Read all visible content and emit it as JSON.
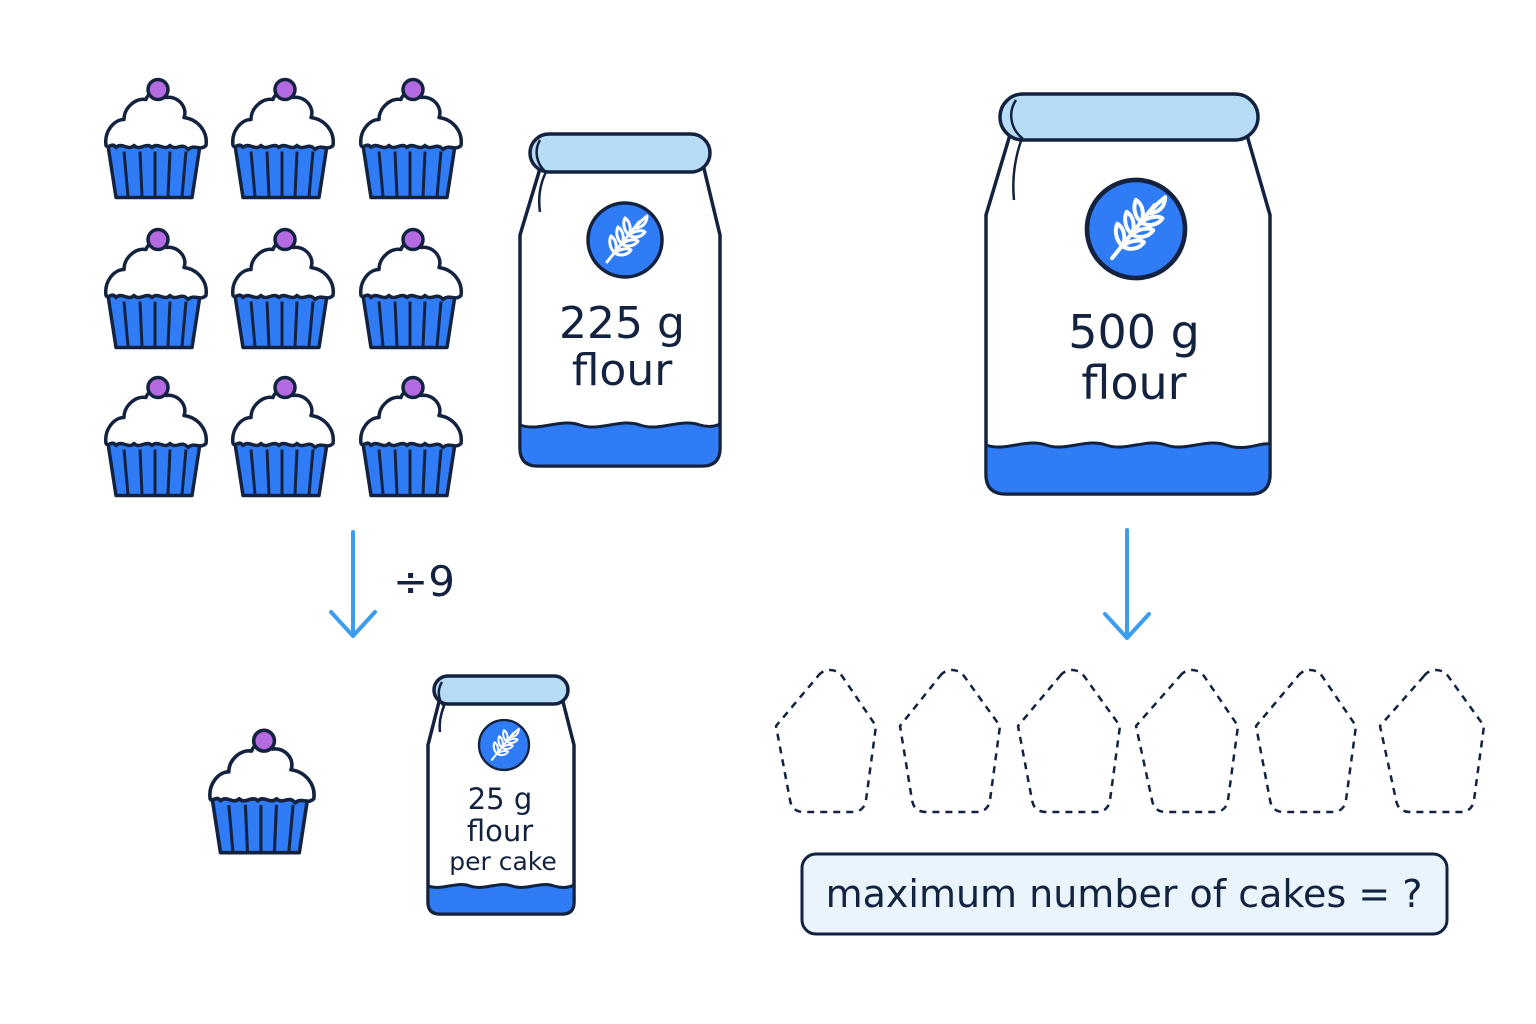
{
  "diagram": {
    "operation_label": "÷9",
    "sample": {
      "cake_count": 9,
      "bag": {
        "amount": "225 g",
        "unit": "flour"
      }
    },
    "per_cake": {
      "cake_count": 1,
      "bag": {
        "amount": "25 g",
        "unit": "flour",
        "suffix": "per cake"
      }
    },
    "big_bag": {
      "amount": "500 g",
      "unit": "flour"
    },
    "unknown_cakes_shown": 6,
    "question": "maximum number of cakes = ?"
  },
  "colors": {
    "outline": "#13233f",
    "cup_blue": "#2f7cf6",
    "light_blue": "#b7dcf7",
    "frosting": "#ffffff",
    "cherry": "#b46ae0",
    "arrow": "#3c9cf0",
    "question_box": "#eaf4fd"
  },
  "icons": [
    "cupcake-icon",
    "flour-bag-icon",
    "wheat-icon",
    "arrow-down-icon",
    "cupcake-outline-icon"
  ]
}
